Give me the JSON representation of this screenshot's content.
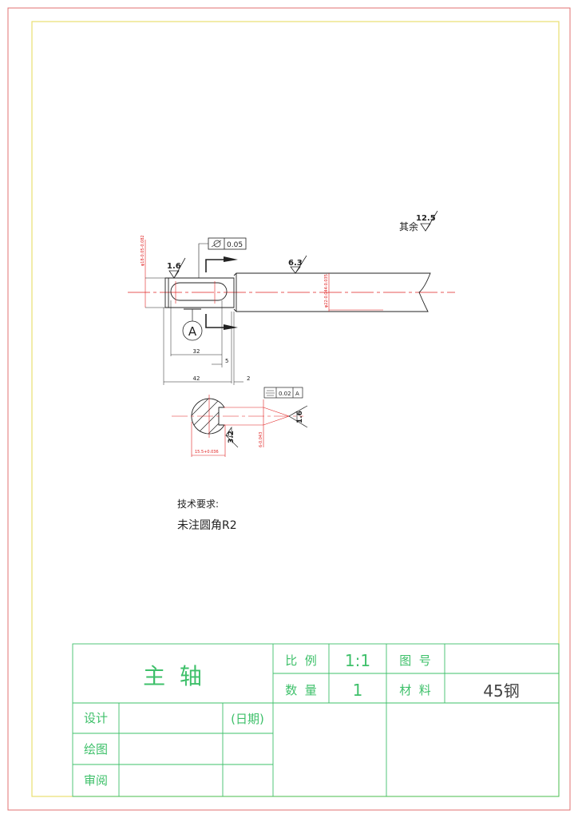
{
  "drawing": {
    "roughness_default_label": "其余",
    "roughness_default": "12.5",
    "roughness_left": "1.6",
    "roughness_right": "6.3",
    "roughness_section": "3.2",
    "roughness_key": "1.6",
    "runout_tolerance": "0.05",
    "symmetry_tolerance": "0.02",
    "symmetry_datum": "A",
    "datum_label": "A",
    "dim_32": "32",
    "dim_42": "42",
    "dim_5": "5",
    "dim_2": "2",
    "dim_left_dia": "φ18-0.05-0.082",
    "dim_right_dia": "φ22-0.044-0.035",
    "dim_key_width": "6-0.043",
    "dim_section_depth": "15.5+0.036",
    "tech_req_title": "技术要求:",
    "tech_req_1": "未注圆角R2"
  },
  "title_block": {
    "part_name": "主  轴",
    "scale_label": "比  例",
    "scale_value": "1:1",
    "drawing_no_label": "图  号",
    "drawing_no_value": "",
    "quantity_label": "数  量",
    "quantity_value": "1",
    "material_label": "材  料",
    "material_value": "45钢",
    "design_label": "设计",
    "date_label": "(日期)",
    "draw_label": "绘图",
    "review_label": "审阅"
  },
  "colors": {
    "border_outer": "#e07070",
    "border_inner": "#e8e070",
    "title_lines": "#3ec06a",
    "dim": "#e02020"
  }
}
